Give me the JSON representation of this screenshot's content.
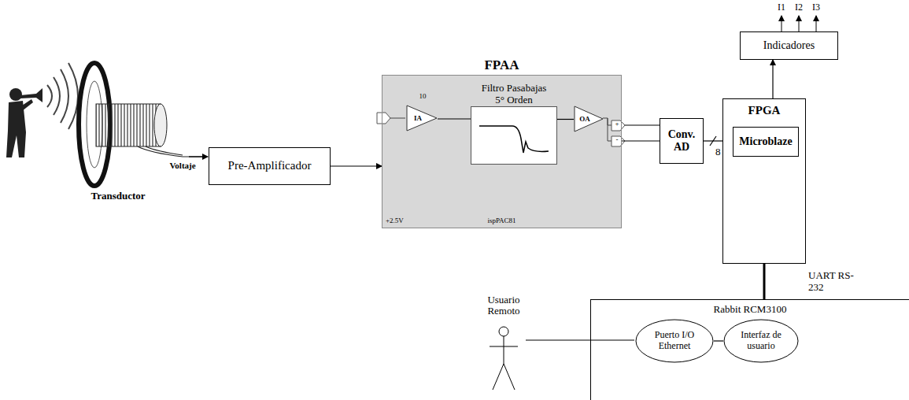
{
  "diagram": {
    "nodes": [
      {
        "text": [
          "Pre-Amplificador"
        ]
      },
      {
        "text": [
          "FPAA",
          "+2.5V",
          "ispPAC81"
        ]
      },
      {
        "text": [
          "IA"
        ],
        "in": 1
      },
      {
        "text": [
          "Filtro Pasabajas 5° Orden"
        ],
        "in": 1
      },
      {
        "text": [
          "OA"
        ],
        "in": 1
      },
      {
        "text": [
          "Conv. AD"
        ]
      },
      {
        "text": [
          "Indicadores"
        ]
      },
      {
        "text": [
          "FPGA"
        ]
      },
      {
        "text": [
          "Microblaze"
        ],
        "in": 7
      },
      {
        "text": [
          "Rabbit RCM3100"
        ]
      },
      {
        "text": [
          "Puerto I/O Ethernet"
        ],
        "in": 9
      },
      {
        "text": [
          "Interfaz de usuario"
        ],
        "in": 9
      }
    ],
    "edges": [
      {
        "from": 0,
        "to": 1,
        "arrow": "to"
      },
      {
        "from": 2,
        "to": 3,
        "arrow": "none"
      },
      {
        "from": 3,
        "to": 4,
        "arrow": "none"
      },
      {
        "from": 1,
        "to": 5,
        "arrow": "none"
      },
      {
        "from": 5,
        "to": 7,
        "label": "8",
        "arrow": "none"
      },
      {
        "from": 7,
        "to": 6,
        "arrow": "to"
      },
      {
        "from": 7,
        "to": 9,
        "label": "UART RS-232",
        "arrow": "none"
      },
      {
        "from": 10,
        "to": 11,
        "arrow": "none"
      }
    ],
    "labels": [
      "Voltaje",
      "Transductor",
      "10",
      "+",
      "-",
      "I1",
      "I2",
      "I3",
      "Usuario Remoto"
    ]
  }
}
